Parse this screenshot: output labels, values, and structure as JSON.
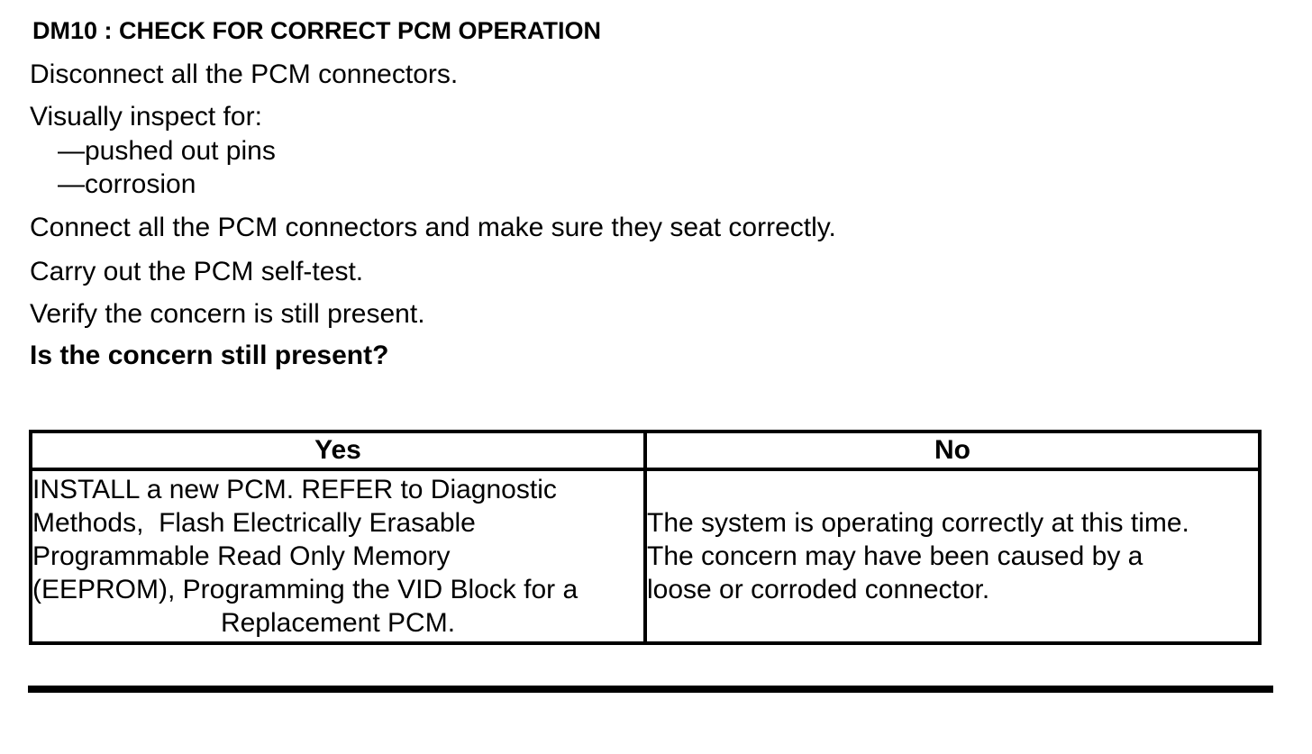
{
  "document": {
    "title": "DM10 : CHECK FOR CORRECT PCM OPERATION",
    "steps": {
      "disconnect": "Disconnect all the PCM connectors.",
      "inspect_intro": "Visually inspect for:",
      "connect": "Connect all the PCM connectors and make sure they seat correctly.",
      "self_test": "Carry out the PCM self-test.",
      "verify": "Verify the concern is still present."
    },
    "inspect_items": {
      "pins": "—pushed out pins",
      "corrosion": "—corrosion"
    },
    "question": "Is the concern still present?"
  },
  "decision_table": {
    "yes_header": "Yes",
    "no_header": "No",
    "yes_cell": {
      "lines": [
        "INSTALL a new PCM. REFER to Diagnostic",
        "Methods,  Flash Electrically Erasable",
        "Programmable Read Only Memory",
        "(EEPROM), Programming the VID Block for a"
      ],
      "last_line": "Replacement PCM."
    },
    "no_cell": {
      "lines": [
        "The system is operating correctly at this time.",
        "The concern may have been caused by a",
        "loose or corroded connector."
      ]
    }
  }
}
